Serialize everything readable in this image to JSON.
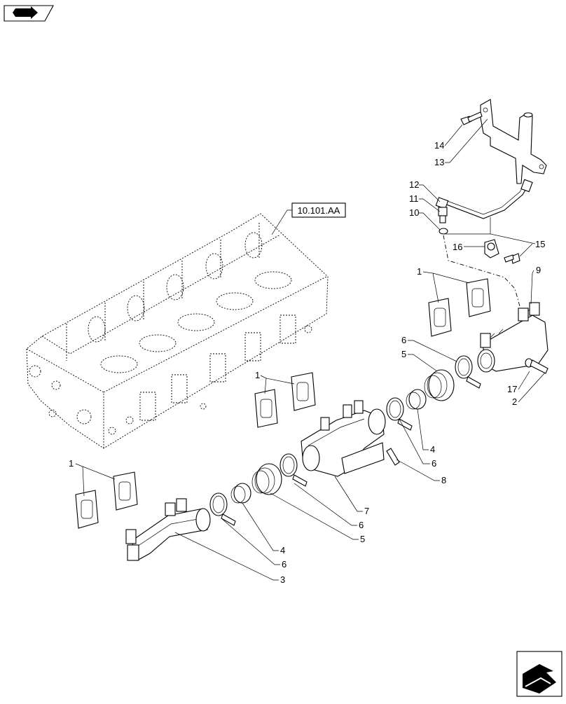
{
  "reference_box": {
    "label": "10.101.AA"
  },
  "callouts": [
    {
      "id": "c14",
      "text": "14"
    },
    {
      "id": "c13",
      "text": "13"
    },
    {
      "id": "c12",
      "text": "12"
    },
    {
      "id": "c11",
      "text": "11"
    },
    {
      "id": "c10",
      "text": "10"
    },
    {
      "id": "c15",
      "text": "15"
    },
    {
      "id": "c16",
      "text": "16"
    },
    {
      "id": "c1a",
      "text": "1"
    },
    {
      "id": "c9",
      "text": "9"
    },
    {
      "id": "c6a",
      "text": "6"
    },
    {
      "id": "c5a",
      "text": "5"
    },
    {
      "id": "c17",
      "text": "17"
    },
    {
      "id": "c2",
      "text": "2"
    },
    {
      "id": "c1b",
      "text": "1"
    },
    {
      "id": "c4a",
      "text": "4"
    },
    {
      "id": "c6b",
      "text": "6"
    },
    {
      "id": "c8",
      "text": "8"
    },
    {
      "id": "c1c",
      "text": "1"
    },
    {
      "id": "c7",
      "text": "7"
    },
    {
      "id": "c6c",
      "text": "6"
    },
    {
      "id": "c5b",
      "text": "5"
    },
    {
      "id": "c4b",
      "text": "4"
    },
    {
      "id": "c6d",
      "text": "6"
    },
    {
      "id": "c3",
      "text": "3"
    }
  ],
  "icons": {
    "top_left": "book-arrow-icon",
    "bottom_right": "next-page-arrow-icon"
  }
}
